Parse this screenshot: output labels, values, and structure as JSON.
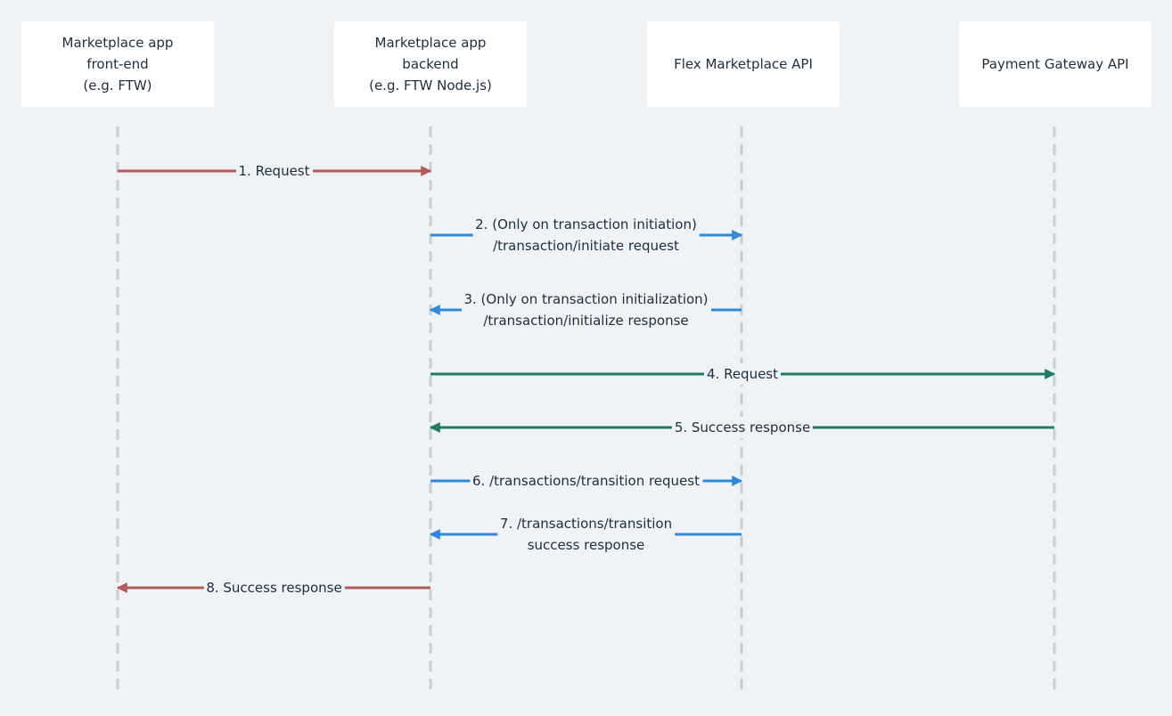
{
  "colors": {
    "background": "#f0f3f6",
    "card": "#ffffff",
    "lifeline": "#c7cfd6",
    "client": "#b35b5b",
    "api": "#2f88d8",
    "gateway": "#1f7a66",
    "text": "#1f2d3d"
  },
  "participants": [
    {
      "id": "frontend",
      "label": "Marketplace app\nfront-end\n(e.g. FTW)"
    },
    {
      "id": "backend",
      "label": "Marketplace app\nbackend\n(e.g. FTW Node.js)"
    },
    {
      "id": "flex",
      "label": "Flex Marketplace API"
    },
    {
      "id": "gateway",
      "label": "Payment Gateway API"
    }
  ],
  "messages": [
    {
      "from": "frontend",
      "to": "backend",
      "label": "1. Request",
      "color": "client"
    },
    {
      "from": "backend",
      "to": "flex",
      "label": "2. (Only on transaction initiation)\n/transaction/initiate request",
      "color": "api"
    },
    {
      "from": "flex",
      "to": "backend",
      "label": "3. (Only on transaction initialization)\n/transaction/initialize response",
      "color": "api"
    },
    {
      "from": "backend",
      "to": "gateway",
      "label": "4. Request",
      "color": "gateway"
    },
    {
      "from": "gateway",
      "to": "backend",
      "label": "5. Success response",
      "color": "gateway"
    },
    {
      "from": "backend",
      "to": "flex",
      "label": "6. /transactions/transition request",
      "color": "api"
    },
    {
      "from": "flex",
      "to": "backend",
      "label": "7. /transactions/transition\nsuccess response",
      "color": "api"
    },
    {
      "from": "backend",
      "to": "frontend",
      "label": "8. Success response",
      "color": "client"
    }
  ]
}
